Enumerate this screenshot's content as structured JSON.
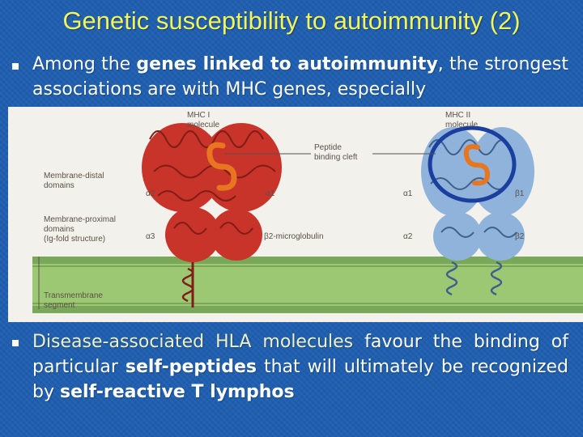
{
  "title": "Genetic susceptibility to autoimmunity (2)",
  "bullet1": {
    "pre": "Among the ",
    "bold": "genes linked to autoimmunity",
    "post": ", the strongest associations are with MHC genes, especially"
  },
  "bullet2": {
    "part1": "Disease-associated HLA molecules",
    "part2": " favour the binding of particular ",
    "bold1": "self-peptides",
    "part3": " that will ultimately be recognized by ",
    "bold2": "self-reactive T lymphos"
  },
  "figure": {
    "mhc1_label": [
      "MHC I",
      "molecule"
    ],
    "mhc2_label": [
      "MHC II",
      "molecule"
    ],
    "peptide_label": [
      "Peptide",
      "binding cleft"
    ],
    "distal_label": [
      "Membrane-distal",
      "domains"
    ],
    "proximal_label": [
      "Membrane-proximal",
      "domains",
      "(Ig-fold structure)"
    ],
    "transmembrane_label": [
      "Transmembrane",
      "segment"
    ],
    "alpha1": "α1",
    "alpha2": "α2",
    "alpha3": "α3",
    "beta2m": "β2-microglobulin",
    "ii_alpha1": "α1",
    "ii_alpha2": "α2",
    "ii_beta1": "β1",
    "ii_beta2": "β2"
  },
  "colors": {
    "background": "#1f5fb0",
    "title": "#f2f55a",
    "mhc1": "#c8342a",
    "mhc2": "#8fb3da",
    "peptide": "#e8751f",
    "membrane": "#9cc873",
    "highlight_circle": "#1b3f9e"
  }
}
